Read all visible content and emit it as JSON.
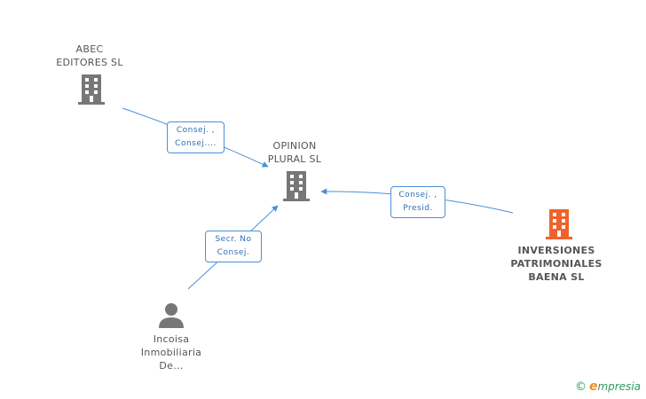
{
  "nodes": {
    "abec": {
      "lines": [
        "ABEC",
        "EDITORES SL"
      ]
    },
    "opinion": {
      "lines": [
        "OPINION",
        "PLURAL SL"
      ]
    },
    "inversiones": {
      "lines": [
        "INVERSIONES",
        "PATRIMONIALES",
        "BAENA SL"
      ]
    },
    "incoisa": {
      "lines": [
        "Incoisa",
        "Inmobiliaria",
        "De..."
      ]
    }
  },
  "edges": {
    "abec_opinion": {
      "lines": [
        "Consej. ,",
        "Consej...."
      ]
    },
    "inversiones_opinion": {
      "lines": [
        "Consej. ,",
        "Presid."
      ]
    },
    "incoisa_opinion": {
      "lines": [
        "Secr. No",
        "Consej."
      ]
    }
  },
  "colors": {
    "company": "#777777",
    "main_company": "#f0622d",
    "person": "#777777",
    "edge": "#4a90d9"
  },
  "brand": {
    "copyright": "©",
    "e": "e",
    "rest": "mpresia"
  }
}
